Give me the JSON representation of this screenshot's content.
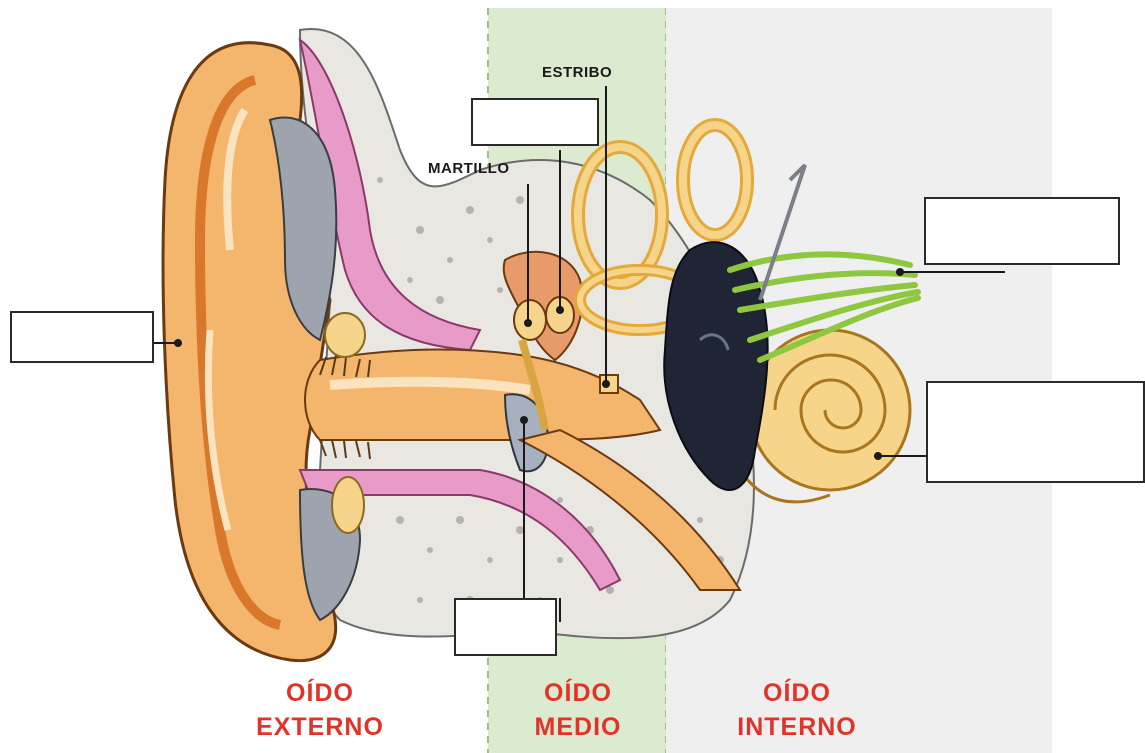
{
  "diagram": {
    "callouts": {
      "stirrup": "ESTRIBO",
      "hammer": "MARTILLO"
    },
    "sections": {
      "outer_line1": "OÍDO",
      "outer_line2": "EXTERNO",
      "middle_line1": "OÍDO",
      "middle_line2": "MEDIO",
      "inner_line1": "OÍDO",
      "inner_line2": "INTERNO"
    },
    "colors": {
      "section_label": "#e0342a",
      "middle_band": "#dcebcf",
      "inner_band": "#f0eff0",
      "skin": "#f4b56c",
      "skin_dark": "#d9782a",
      "bone": "#e9e7e2",
      "cartilage": "#e89ac8",
      "cochlea": "#f6d58a",
      "nerve": "#8fc840",
      "vestibule": "#1f2535"
    },
    "icons": [
      "ear-anatomy-illustration"
    ]
  }
}
